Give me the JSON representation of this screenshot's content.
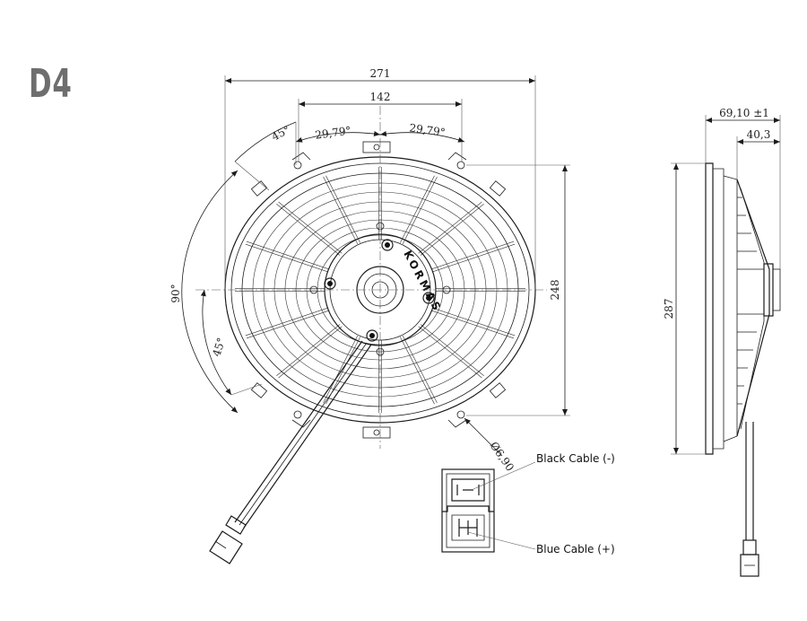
{
  "title": "D4",
  "dimensions": {
    "overall_width": "271",
    "hole_span": "142",
    "angle_45": "45°",
    "angle_left": "29,79°",
    "angle_right": "29,79°",
    "angle_90": "90°",
    "angle_45b": "45°",
    "height_248": "248",
    "hole_dia": "Ø6,90",
    "side_depth": "69,10 ±1",
    "side_depth2": "40,3",
    "side_height": "287"
  },
  "cables": {
    "black": "Black Cable (-)",
    "blue": "Blue Cable (+)"
  },
  "hub_text": "KORMAS"
}
